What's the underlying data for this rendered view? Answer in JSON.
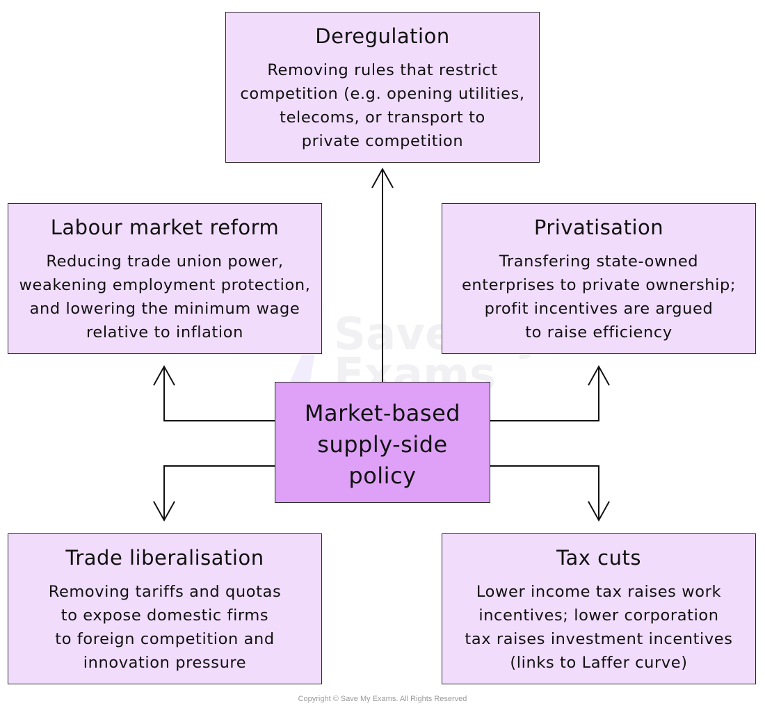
{
  "center": {
    "title": "Market-based\nsupply-side\npolicy"
  },
  "boxes": {
    "deregulation": {
      "title": "Deregulation",
      "body": "Removing rules that restrict\ncompetition (e.g. opening utilities,\ntelecoms, or transport to\nprivate competition"
    },
    "labour": {
      "title": "Labour market reform",
      "body": "Reducing trade union power,\nweakening employment protection,\nand lowering the minimum wage\nrelative to inflation"
    },
    "privatisation": {
      "title": "Privatisation",
      "body": "Transfering state-owned\nenterprises to private ownership;\nprofit incentives are argued\nto raise efficiency"
    },
    "trade": {
      "title": "Trade liberalisation",
      "body": "Removing tariffs and quotas\nto expose domestic firms\nto foreign competition and\ninnovation pressure"
    },
    "tax": {
      "title": "Tax cuts",
      "body": "Lower income tax raises work\nincentives; lower corporation\ntax raises investment incentives\n(links to Laffer curve)"
    }
  },
  "watermark": "Save My\nExams",
  "copyright": "Copyright © Save My Exams. All Rights Reserved",
  "colors": {
    "box_fill": "#f1dcfb",
    "center_fill": "#dea1f7",
    "stroke": "#2a2a2a"
  }
}
